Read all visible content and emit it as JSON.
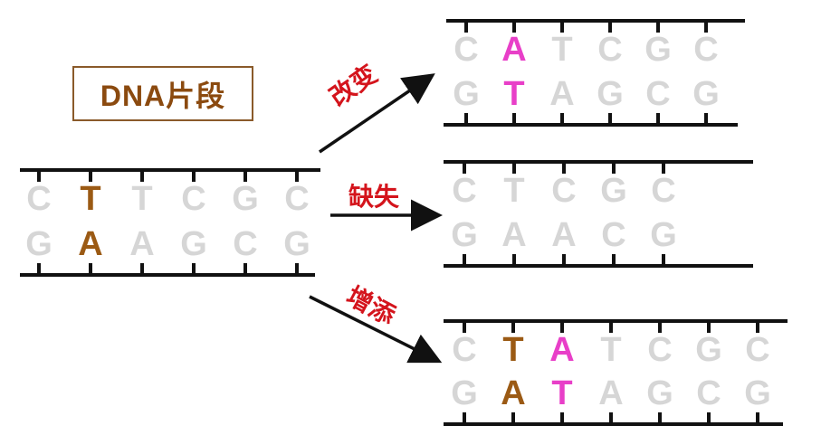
{
  "title": "DNA片段",
  "colors": {
    "normal_base": "#d6d6d6",
    "original_highlight": "#9b5a14",
    "mutated_highlight": "#e83fc8",
    "label": "#d4141c",
    "strand": "#111111",
    "title_border": "#8a5a2a",
    "title_text": "#8b4a0f"
  },
  "arrows": {
    "substitution": {
      "label": "改变"
    },
    "deletion": {
      "label": "缺失"
    },
    "insertion": {
      "label": "增添"
    }
  },
  "original": {
    "top": [
      "C",
      "T",
      "T",
      "C",
      "G",
      "C"
    ],
    "bottom": [
      "G",
      "A",
      "A",
      "G",
      "C",
      "G"
    ],
    "highlight_index": 1
  },
  "substitution": {
    "top": [
      "C",
      "A",
      "T",
      "C",
      "G",
      "C"
    ],
    "bottom": [
      "G",
      "T",
      "A",
      "G",
      "C",
      "G"
    ],
    "highlight_index": 1
  },
  "deletion": {
    "top": [
      "C",
      "T",
      "C",
      "G",
      "C"
    ],
    "bottom": [
      "G",
      "A",
      "A",
      "C",
      "G"
    ]
  },
  "insertion": {
    "top": [
      "C",
      "T",
      "A",
      "T",
      "C",
      "G",
      "C"
    ],
    "bottom": [
      "G",
      "A",
      "T",
      "A",
      "G",
      "C",
      "G"
    ],
    "original_index": 1,
    "inserted_index": 2
  }
}
